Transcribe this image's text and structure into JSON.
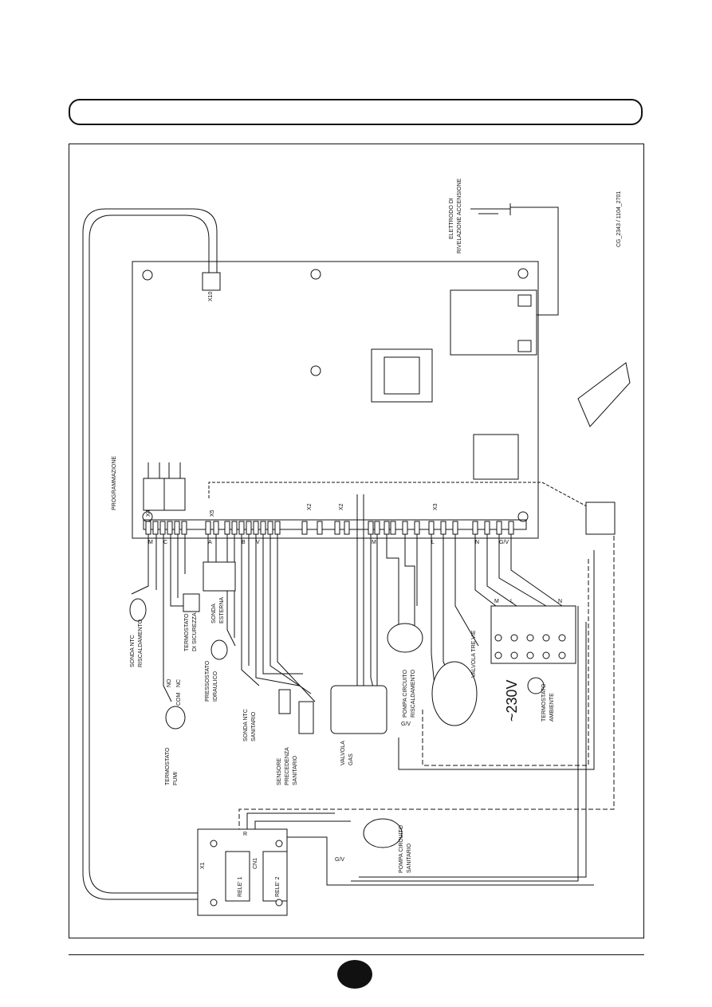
{
  "header": {
    "title": ""
  },
  "diagram": {
    "reference_code": "CG_2343 / 1104_2701",
    "connectors": {
      "x4": "X4",
      "x5": "X5",
      "x2": "X2",
      "x3": "X3",
      "x1": "X1",
      "cn1": "CN1",
      "x10": "X10"
    },
    "labels": {
      "programmazione": "PROGRAMMAZIONE",
      "elettrodo_line1": "ELETTRODO DI",
      "elettrodo_line2": "RIVELAZIONE ACCENSIONE",
      "sonda_ntc_risc_line1": "SONDA NTC",
      "sonda_ntc_risc_line2": "RISCALDAMENTO",
      "termostato_sicurezza_line1": "TERMOSTATO",
      "termostato_sicurezza_line2": "DI SICUREZZA",
      "sonda_esterna_line1": "SONDA",
      "sonda_esterna_line2": "ESTERNA",
      "pressostato_line1": "PRESSOSTATO",
      "pressostato_line2": "IDRAULICO",
      "termostato_fumi_line1": "TERMOSTATO",
      "termostato_fumi_line2": "FUMI",
      "sonda_ntc_sanitario_line1": "SONDA NTC",
      "sonda_ntc_sanitario_line2": "SANITARIO",
      "sensore_line1": "SENSORE",
      "sensore_line2": "PRECEDENZA",
      "sensore_line3": "SANITARIO",
      "valvola_gas_line1": "VALVOLA",
      "valvola_gas_line2": "GAS",
      "pompa_risc_line1": "POMPA CIRCUITO",
      "pompa_risc_line2": "RISCALDAMENTO",
      "valvola_tre_vie": "VALVOLA TRE VIE",
      "voltage": "~230V",
      "termostato_ambiente_line1": "TERMOSTATO",
      "termostato_ambiente_line2": "AMBIENTE",
      "pompa_sanitario_line1": "POMPA CIRCUITO",
      "pompa_sanitario_line2": "SANITARIO",
      "rele1": "RELE' 1",
      "rele2": "RELE' 2",
      "no": "NO",
      "nc": "NC",
      "com": "COM"
    },
    "wire_codes": [
      "M",
      "C",
      "A",
      "N",
      "L",
      "B",
      "V",
      "G/V",
      "R"
    ]
  }
}
